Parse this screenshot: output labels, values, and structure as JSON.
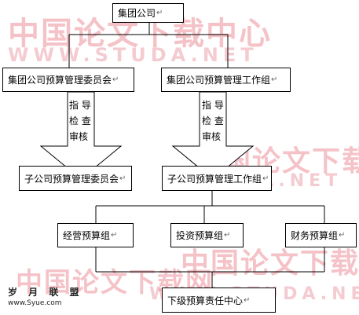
{
  "diagram": {
    "nodes": {
      "group": "集团公司",
      "group_committee": "集团公司预算管理委员会",
      "group_workgroup": "集团公司预算管理工作组",
      "sub_committee": "子公司预算管理委员会",
      "sub_workgroup": "子公司预算管理工作组",
      "operating": "经营预算组",
      "investment": "投资预算组",
      "finance": "财务预算组",
      "responsibility": "下级预算责任中心"
    },
    "arrow_labels": {
      "left": {
        "l1": "指  导",
        "l2": "检  查",
        "l3": "审核"
      },
      "right": {
        "l1": "指  导",
        "l2": "检  查",
        "l3": "审核"
      }
    },
    "return_mark": "↵"
  },
  "watermark": {
    "cn": "中国论文下载中心",
    "url": "WWW.STUDA.NET",
    "cn_short": "中国论文下载",
    "url_short": "STUDA.NET",
    "cn_tail": "中国论文下载",
    "cn_bottom": "中国论文下载网",
    "url_bottom": "WWW.STUDA.NET"
  },
  "logo": {
    "name": "岁 月 联 盟",
    "url": "www.Syue.com"
  }
}
